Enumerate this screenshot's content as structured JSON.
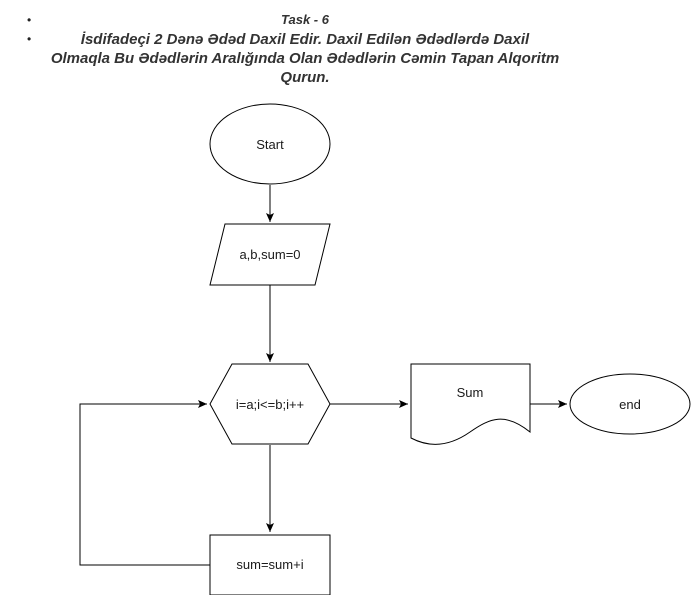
{
  "header": {
    "bullet_symbol": "•",
    "task_title": "Task - 6",
    "task_description": "İsdifadeçi 2 Dənə Ədəd Daxil Edir. Daxil Edilən Ədədlərdə Daxil Olmaqla Bu Ədədlərin Aralığında Olan Ədədlərin Cəmin Tapan Alqoritm Qurun."
  },
  "flowchart": {
    "start_label": "Start",
    "input_label": "a,b,sum=0",
    "loop_label": "i=a;i<=b;i++",
    "sum_label": "sum=sum+i",
    "output_label": "Sum",
    "end_label": "end"
  },
  "colors": {
    "stroke": "#000000",
    "fill": "#ffffff",
    "text": "#1a1a1a"
  }
}
